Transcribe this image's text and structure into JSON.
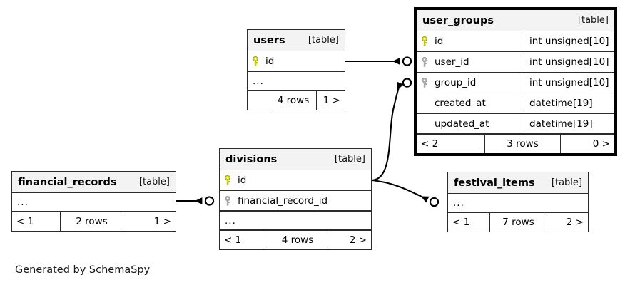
{
  "diagram": {
    "caption": "Generated by SchemaSpy",
    "kind_label": "[table]",
    "ellipsis": "...",
    "colors": {
      "primary_key": "#e8e800",
      "foreign_key": "#b0b0b0",
      "header_bg": "#f3f3f3",
      "border": "#2b2b2b",
      "emphasis_border": "#000000",
      "background": "#ffffff"
    },
    "tables": [
      {
        "id": "user_groups",
        "name": "user_groups",
        "kind": "[table]",
        "emphasis": true,
        "columns": [
          {
            "name": "id",
            "type": "int unsigned[10]",
            "key": "primary"
          },
          {
            "name": "user_id",
            "type": "int unsigned[10]",
            "key": "foreign"
          },
          {
            "name": "group_id",
            "type": "int unsigned[10]",
            "key": "foreign"
          },
          {
            "name": "created_at",
            "type": "datetime[19]",
            "key": "none"
          },
          {
            "name": "updated_at",
            "type": "datetime[19]",
            "key": "none"
          }
        ],
        "has_ellipsis": false,
        "footer": {
          "left": "< 2",
          "center": "3 rows",
          "right": "0 >"
        }
      },
      {
        "id": "users",
        "name": "users",
        "kind": "[table]",
        "emphasis": false,
        "columns": [
          {
            "name": "id",
            "type": "",
            "key": "primary"
          }
        ],
        "has_ellipsis": true,
        "footer": {
          "left": "",
          "center": "4 rows",
          "right": "1 >"
        }
      },
      {
        "id": "divisions",
        "name": "divisions",
        "kind": "[table]",
        "emphasis": false,
        "columns": [
          {
            "name": "id",
            "type": "",
            "key": "primary"
          },
          {
            "name": "financial_record_id",
            "type": "",
            "key": "foreign"
          }
        ],
        "has_ellipsis": true,
        "footer": {
          "left": "< 1",
          "center": "4 rows",
          "right": "2 >"
        }
      },
      {
        "id": "financial_records",
        "name": "financial_records",
        "kind": "[table]",
        "emphasis": false,
        "columns": [],
        "has_ellipsis": true,
        "footer": {
          "left": "< 1",
          "center": "2 rows",
          "right": "1 >"
        }
      },
      {
        "id": "festival_items",
        "name": "festival_items",
        "kind": "[table]",
        "emphasis": false,
        "columns": [],
        "has_ellipsis": true,
        "footer": {
          "left": "< 1",
          "center": "7 rows",
          "right": "2 >"
        }
      }
    ],
    "relationships": [
      {
        "from": "users.id",
        "to": "user_groups.user_id"
      },
      {
        "from": "divisions.id",
        "to": "user_groups.group_id"
      },
      {
        "from": "divisions.id",
        "to": "festival_items"
      },
      {
        "from": "financial_records",
        "to": "divisions.financial_record_id"
      }
    ]
  }
}
